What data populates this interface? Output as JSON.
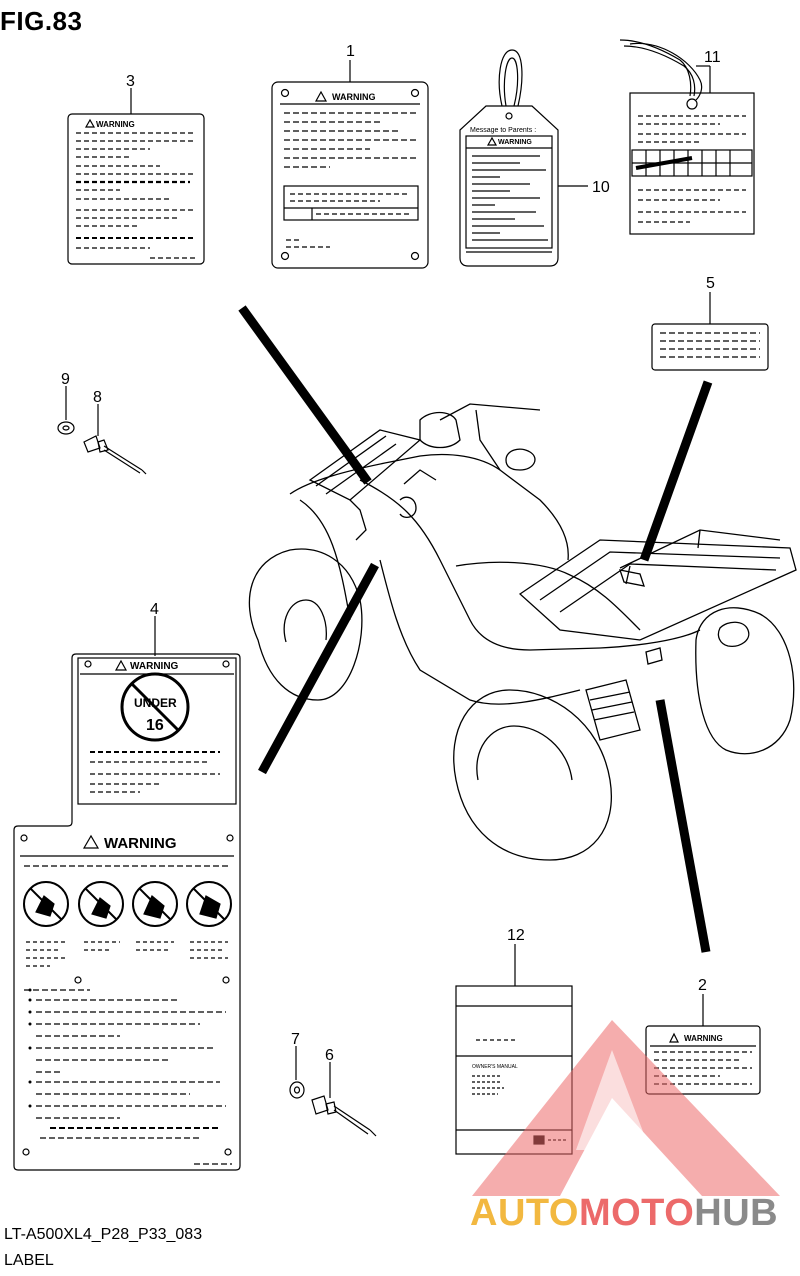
{
  "figure": {
    "title": "FIG.83"
  },
  "footer": {
    "code": "LT-A500XL4_P28_P33_083",
    "label": "LABEL"
  },
  "callouts": [
    "1",
    "2",
    "3",
    "4",
    "5",
    "6",
    "7",
    "8",
    "9",
    "10",
    "11",
    "12"
  ],
  "labels": {
    "warning": "WARNING",
    "under_age_top": "UNDER",
    "under_age_number": "16",
    "parents_heading": "Message to Parents :",
    "manual_title": "OWNER'S MANUAL"
  },
  "watermark": {
    "part1": "AUTO",
    "part2": "MOTO",
    "part3": "HUB"
  },
  "colors": {
    "line": "#000000",
    "watermark_red": "#ec6a6a",
    "watermark_gold": "#f2b840",
    "watermark_gray": "#8a8a8a"
  }
}
